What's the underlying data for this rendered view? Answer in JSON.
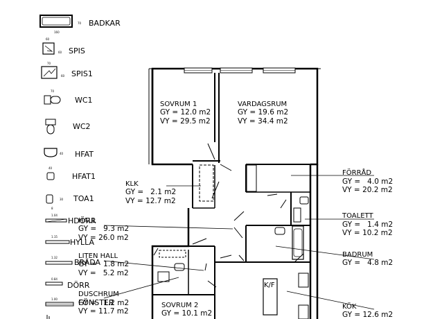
{
  "legend": [
    {
      "id": "badkar",
      "label": "BADKAR",
      "dim_right": "70",
      "dim_below": "160"
    },
    {
      "id": "spis",
      "label": "SPIS",
      "dim_top": "60",
      "dim_right": "60"
    },
    {
      "id": "spis1",
      "label": "SPIS1",
      "dim_top": "70",
      "dim_right": "60"
    },
    {
      "id": "wc1",
      "label": "WC1",
      "dim_top": "70"
    },
    {
      "id": "wc2",
      "label": "WC2"
    },
    {
      "id": "hfat",
      "label": "HFAT",
      "dim_right": "40"
    },
    {
      "id": "hfat1",
      "label": "HFAT1",
      "dim_top": "40"
    },
    {
      "id": "toa1",
      "label": "TOA1",
      "dim_right": "30",
      "dim_below": "8"
    },
    {
      "id": "hdorr",
      "label": "HDÖRR",
      "dim_top": "1.04"
    },
    {
      "id": "hylla",
      "label": "HYLLA",
      "dim_top": "1.15"
    },
    {
      "id": "brada",
      "label": "BRÄDA",
      "dim_top": "1.32"
    },
    {
      "id": "dorr",
      "label": "DÖRR",
      "dim_top": "0.84"
    },
    {
      "id": "fonster",
      "label": "FÖNSTER",
      "dim_top": "1.00"
    }
  ],
  "rooms": [
    {
      "id": "sovrum1",
      "name": "SOVRUM 1",
      "gy": "GY = 12.0 m2",
      "vy": "VY = 29.5 m2"
    },
    {
      "id": "vardagsrum",
      "name": "VARDAGSRUM",
      "gy": "GY = 19.6 m2",
      "vy": "VY = 34.4 m2"
    },
    {
      "id": "klk",
      "name": "KLK",
      "gy": "GY =   2.1 m2",
      "vy": "VY = 12.7 m2"
    },
    {
      "id": "forrad",
      "name": "FÖRRÅD",
      "gy": "GY =   4.0 m2",
      "vy": "VY = 20.2 m2"
    },
    {
      "id": "hall",
      "name": "HALL",
      "gy": "GY =   9.3 m2",
      "vy": "VY = 26.0 m2"
    },
    {
      "id": "toalett",
      "name": "TOALETT",
      "gy": "GY =   1.4 m2",
      "vy": "VY = 10.2 m2"
    },
    {
      "id": "litenhall",
      "name": "LITEN HALL",
      "gy": "GY =   1.8 m2",
      "vy": "VY =   5.2 m2"
    },
    {
      "id": "badrum",
      "name": "BADRUM",
      "gy": "GY =   4.8 m2"
    },
    {
      "id": "duschrum",
      "name": "DUSCHRUM",
      "gy": "GY =   1.2 m2",
      "vy": "VY = 11.7 m2"
    },
    {
      "id": "sovrum2",
      "name": "SOVRUM 2",
      "gy": "GY = 10.1 m2"
    },
    {
      "id": "kok",
      "name": "KÖK",
      "gy": "GY = 12.6 m2"
    }
  ],
  "fixtures": {
    "fridge_label": "K/F"
  }
}
